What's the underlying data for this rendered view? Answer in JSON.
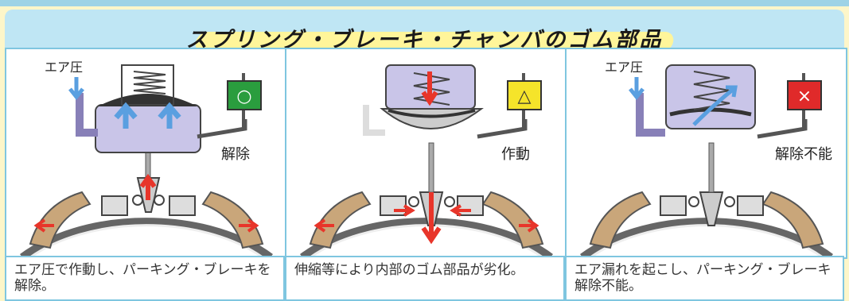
{
  "title": "スプリング・ブレーキ・チャンバのゴム部品",
  "panels": [
    {
      "air_label": "エア圧",
      "state_label": "解除",
      "flag_symbol": "○",
      "caption": "エア圧で作動し、パーキング・ブレーキを解除。"
    },
    {
      "air_label": "",
      "state_label": "作動",
      "flag_symbol": "△",
      "caption": "伸縮等により内部のゴム部品が劣化。"
    },
    {
      "air_label": "エア圧",
      "state_label": "解除不能",
      "flag_symbol": "×",
      "caption": "エア漏れを起こし、パーキング・ブレーキ解除不能。"
    }
  ],
  "colors": {
    "background": "#fdf6c9",
    "panel": "#bfe6f4",
    "border": "#7fc6e0",
    "chamber": "#c9c5e8",
    "ok_flag": "#2a9d3e",
    "warn_flag": "#f5e42a",
    "ng_flag": "#e02a2a",
    "arrow_red": "#e8352a",
    "arrow_blue": "#5a9fe0",
    "lining": "#c9a67a"
  }
}
